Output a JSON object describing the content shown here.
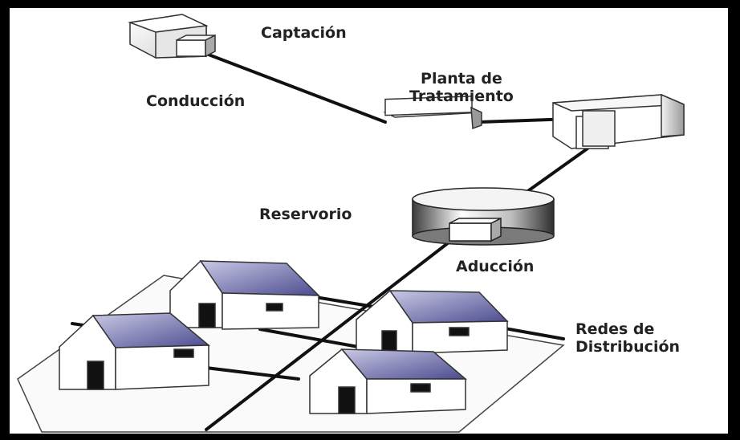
{
  "labels": {
    "captacion": "Captación",
    "conduccion": "Conducción",
    "planta_line1": "Planta de",
    "planta_line2": "Tratamiento",
    "reservorio": "Reservorio",
    "aduccion": "Aducción",
    "redes_line1": "Redes de",
    "redes_line2": "Distribución"
  },
  "colors": {
    "background": "#ffffff",
    "frame": "#000000",
    "pipe": "#111111",
    "roof": "#6e6ea8",
    "wall": "#ffffff",
    "outline": "#333333"
  }
}
